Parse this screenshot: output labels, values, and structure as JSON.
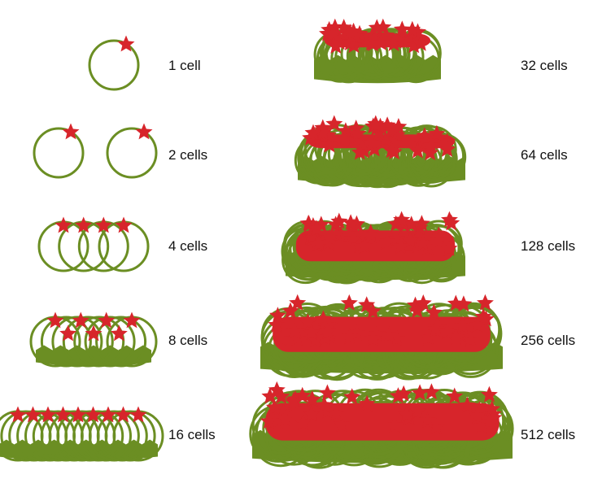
{
  "colors": {
    "cell_outline": "#6b8e23",
    "cell_fill": "#6b8e23",
    "star": "#d7252b",
    "label_text": "#111111",
    "background": "#ffffff"
  },
  "icons": {
    "cell": "circle-outline-icon",
    "marker": "star-icon"
  },
  "panels": [
    {
      "label": "1 cell",
      "count": 1
    },
    {
      "label": "2 cells",
      "count": 2
    },
    {
      "label": "4 cells",
      "count": 4
    },
    {
      "label": "8 cells",
      "count": 8
    },
    {
      "label": "16 cells",
      "count": 16
    },
    {
      "label": "32 cells",
      "count": 32
    },
    {
      "label": "64 cells",
      "count": 64
    },
    {
      "label": "128 cells",
      "count": 128
    },
    {
      "label": "256 cells",
      "count": 256
    },
    {
      "label": "512 cells",
      "count": 512
    }
  ]
}
